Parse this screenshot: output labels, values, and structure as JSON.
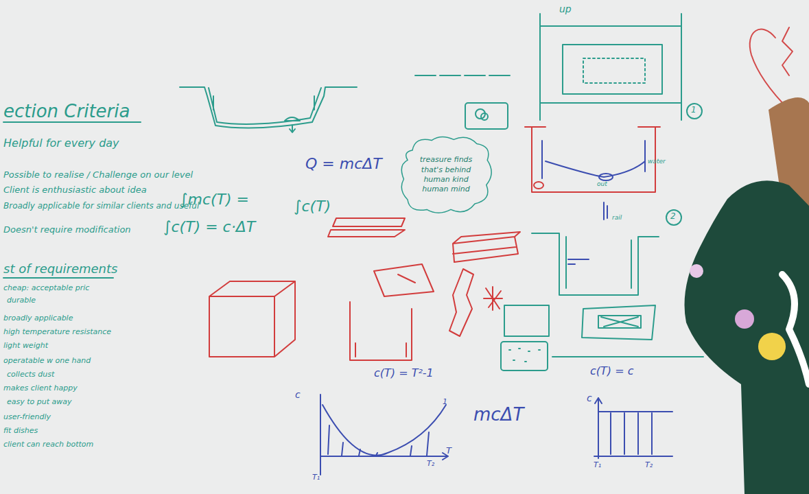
{
  "diagram": {
    "nodes": [
      {
        "text": [
          "treasure finds",
          "that's behind",
          "human kind",
          "human mind"
        ]
      }
    ],
    "labels": [
      "ection Criteria",
      "Helpful for every day",
      "Possible to realise / Challenge on our level",
      "Client is enthusiastic about idea",
      "Broadly applicable for similar clients and useful",
      "Doesn't require modification",
      "st of requirements",
      "cheap: acceptable pric",
      "durable",
      "broadly applicable",
      "high temperature resistance",
      "light weight",
      "operatable w one hand",
      "collects dust",
      "makes client happy",
      "easy to put away",
      "user-friendly",
      "fit dishes",
      "client can reach bottom",
      "Q = mcΔT",
      "∫mc(T) =",
      "∫c(T)",
      "∫c(T) = c·ΔT",
      "c(T) = T²-1",
      "mcΔT",
      "c(T) = c",
      "c",
      "T₁",
      "T₂",
      "T",
      "1",
      "c",
      "T₁",
      "T₂",
      "up",
      "1",
      "2",
      "water",
      "out",
      "rail"
    ]
  }
}
